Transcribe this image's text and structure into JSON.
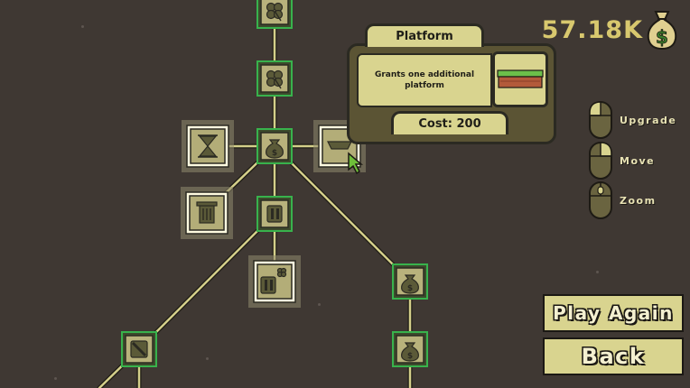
{
  "money": {
    "amount": "57.18K",
    "icon": "money-bag-icon"
  },
  "tooltip": {
    "title": "Platform",
    "description": "Grants one additional platform",
    "cost_label": "Cost: 200",
    "image": "grass-platform-icon"
  },
  "controls": [
    {
      "label": "Upgrade",
      "icon": "mouse-left-click-icon"
    },
    {
      "label": "Move",
      "icon": "mouse-right-click-icon"
    },
    {
      "label": "Zoom",
      "icon": "mouse-scroll-icon"
    }
  ],
  "buttons": {
    "play_again": "Play Again",
    "back": "Back"
  },
  "nodes": [
    {
      "id": "clover-top",
      "icon": "clover-icon",
      "state": "purchased"
    },
    {
      "id": "clover-mid",
      "icon": "clover-icon",
      "state": "purchased"
    },
    {
      "id": "money-center",
      "icon": "money-bag-icon",
      "state": "purchased"
    },
    {
      "id": "hourglass",
      "icon": "hourglass-icon",
      "state": "available"
    },
    {
      "id": "platform",
      "icon": "platform-icon",
      "state": "available"
    },
    {
      "id": "trash",
      "icon": "trash-icon",
      "state": "available"
    },
    {
      "id": "pause",
      "icon": "pause-icon",
      "state": "purchased"
    },
    {
      "id": "pause-clover",
      "icon": "pause-clover-icon",
      "state": "available"
    },
    {
      "id": "money-right-1",
      "icon": "money-bag-icon",
      "state": "purchased"
    },
    {
      "id": "money-right-2",
      "icon": "money-bag-icon",
      "state": "purchased"
    },
    {
      "id": "slash",
      "icon": "slash-icon",
      "state": "purchased"
    }
  ]
}
